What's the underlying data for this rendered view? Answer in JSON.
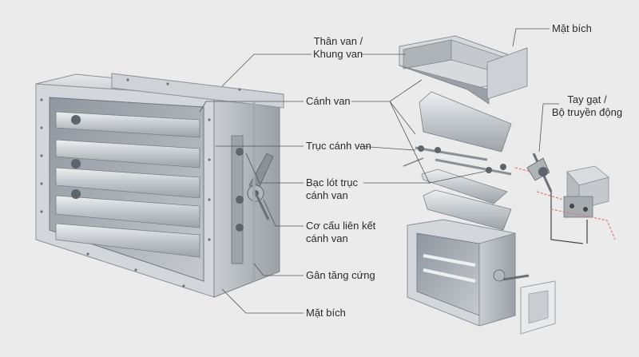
{
  "labels": {
    "than_van": [
      "Thân van /",
      "Khung van"
    ],
    "mat_bich_top": [
      "Mặt bích"
    ],
    "canh_van": [
      "Cánh van"
    ],
    "tay_gat": [
      "Tay gạt /",
      "Bộ truyền động"
    ],
    "truc_canh_van": [
      "Trục cánh van"
    ],
    "bac_lot": [
      "Bạc lót trục",
      "cánh van"
    ],
    "co_cau": [
      "Cơ cấu liên kết",
      "cánh van"
    ],
    "gan_tang_cung": [
      "Gân tăng cứng"
    ],
    "mat_bich_bottom": [
      "Mặt bích"
    ]
  },
  "colors": {
    "background": "#ebebeb",
    "metal_light": "#d9dcdf",
    "metal_mid": "#b9bec3",
    "metal_dark": "#7e858c",
    "leader_line": "#555555",
    "text": "#2b2b2b",
    "signal_wire": "#e07a7a"
  }
}
